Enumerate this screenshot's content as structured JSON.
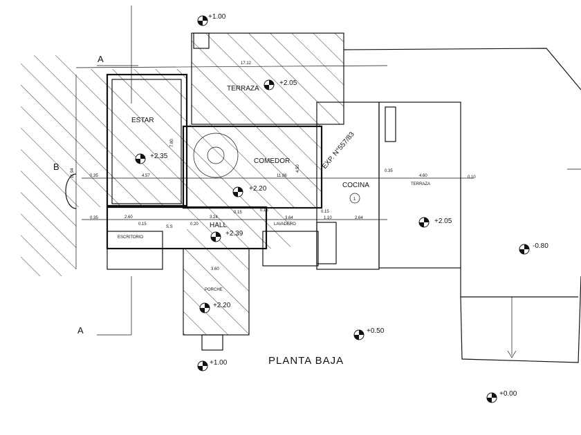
{
  "title": "PLANTA BAJA",
  "section_marks": {
    "a_top": "A",
    "a_bottom": "A",
    "b": "B"
  },
  "rooms": {
    "terraza_top": "TERRAZA",
    "estar": "ESTAR",
    "comedor": "COMEDOR",
    "cocina": "COCINA",
    "terraza_right": "TERRAZA",
    "hall": "HALL",
    "lavadero": "LAVADERO",
    "escritorio": "ESCRITORIO",
    "ss": "S.S",
    "porche": "PORCHE"
  },
  "expediente": "EXP. N°557/83",
  "levels": {
    "top_stair": "+1.00",
    "terraza": "+2.05",
    "estar": "+2.35",
    "comedor": "+2.20",
    "hall": "+2.39",
    "terraza_right": "+2.05",
    "porche": "+2.20",
    "garden": "+0.50",
    "bottom_stair": "+1.00",
    "lower_yard": "-0.80",
    "street": "+0.00"
  },
  "dimensions": {
    "overall_width": "17.12",
    "overall_depth": "11.94",
    "d_035_a": "0.35",
    "d_457": "4.57",
    "d_1186": "11.86",
    "d_035_b": "0.35",
    "d_460": "4.60",
    "d_010": "0.10",
    "d_035_c": "0.35",
    "d_260": "2.60",
    "d_015_a": "0.15",
    "d_020": "0.20",
    "d_324": "3.24",
    "d_015_b": "0.15",
    "d_015_c": "0.15",
    "d_364": "3.64",
    "d_015_d": "0.15",
    "d_110": "1.10",
    "d_264": "2.64",
    "d_360": "3.60",
    "d_780": "7.80",
    "d_450": "4.50"
  },
  "kitchen_marker": "1"
}
